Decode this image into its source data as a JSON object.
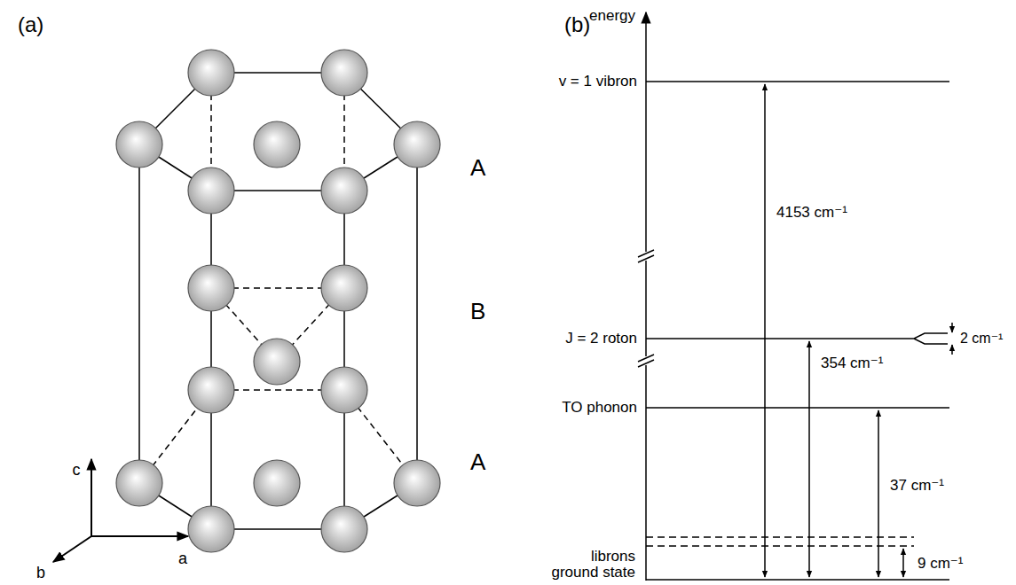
{
  "diagram": {
    "labels": [
      "(a)",
      "(b)",
      "energy",
      "v = 1 vibron",
      "4153 cm⁻¹",
      "A",
      "B",
      "J = 2 roton",
      "2 cm⁻¹",
      "354 cm⁻¹",
      "TO phonon",
      "37 cm⁻¹",
      "A",
      "c",
      "librons",
      "9 cm⁻¹",
      "b",
      "a",
      "ground state"
    ]
  }
}
